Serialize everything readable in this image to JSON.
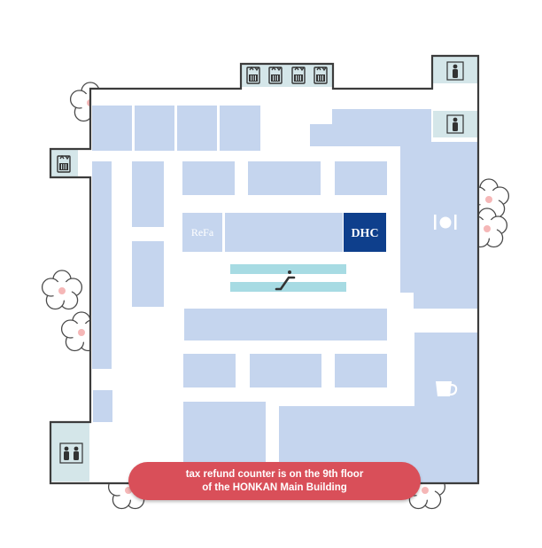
{
  "floor_map": {
    "stores": [
      {
        "name": "ReFa",
        "style": "light-text"
      },
      {
        "name": "DHC",
        "style": "dark-brand-box",
        "brand_color": "#0e3f8c"
      }
    ],
    "facilities": [
      {
        "type": "elevator",
        "icon": "elevator-icon",
        "count": 5
      },
      {
        "type": "escalator",
        "icon": "escalator-icon"
      },
      {
        "type": "restroom-male",
        "icon": "restroom-male-icon",
        "count": 2
      },
      {
        "type": "restroom",
        "icon": "restroom-icon"
      },
      {
        "type": "restaurant",
        "icon": "restaurant-icon"
      },
      {
        "type": "cafe",
        "icon": "cafe-icon"
      }
    ],
    "banner": {
      "line1": "tax refund counter is on the 9th floor",
      "line2": "of the HONKAN Main Building",
      "color": "#d94f59"
    },
    "colors": {
      "room": "#c5d5ee",
      "utility": "#d4e6e9",
      "escalator": "#a7dbe3",
      "wall": "#3c3c3c",
      "decor_blossom": "#f5b7b7"
    }
  }
}
